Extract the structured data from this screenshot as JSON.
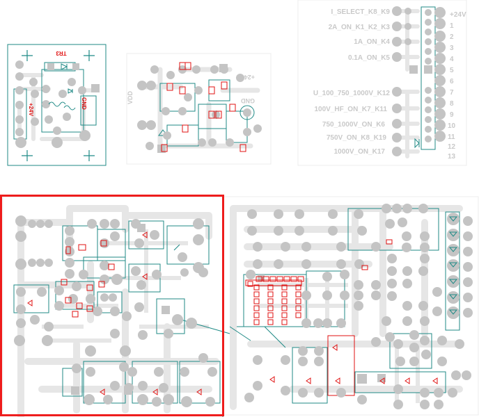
{
  "colors": {
    "background": "#ffffff",
    "trace": "#e6e6e6",
    "pad": "#c4c4c4",
    "outline": "#1f8a86",
    "component": "#e01010",
    "highlight": "#ee1c1c"
  },
  "boards": {
    "transformer": {
      "ref": "TR3"
    },
    "supply": {
      "top_right_label": "+24V",
      "left_label": "VDD",
      "right_label": "GND"
    },
    "selector": {
      "left_labels": [
        "I_SELECT_K8_K9",
        "2A_ON_K1_K2_K3",
        "1A_ON_K4",
        "0.1A_ON_K5",
        "U_100_750_1000V_K12",
        "100V_HF_ON_K7_K11",
        "750_1000V_ON_K6",
        "750V_ON_K8_K19",
        "1000V_ON_K17"
      ],
      "pin_numbers": [
        "+24V",
        "1",
        "2",
        "3",
        "4",
        "5",
        "6",
        "7",
        "8",
        "9",
        "10",
        "11",
        "12",
        "13"
      ]
    }
  },
  "selection": {
    "label": "highlighted-region"
  }
}
